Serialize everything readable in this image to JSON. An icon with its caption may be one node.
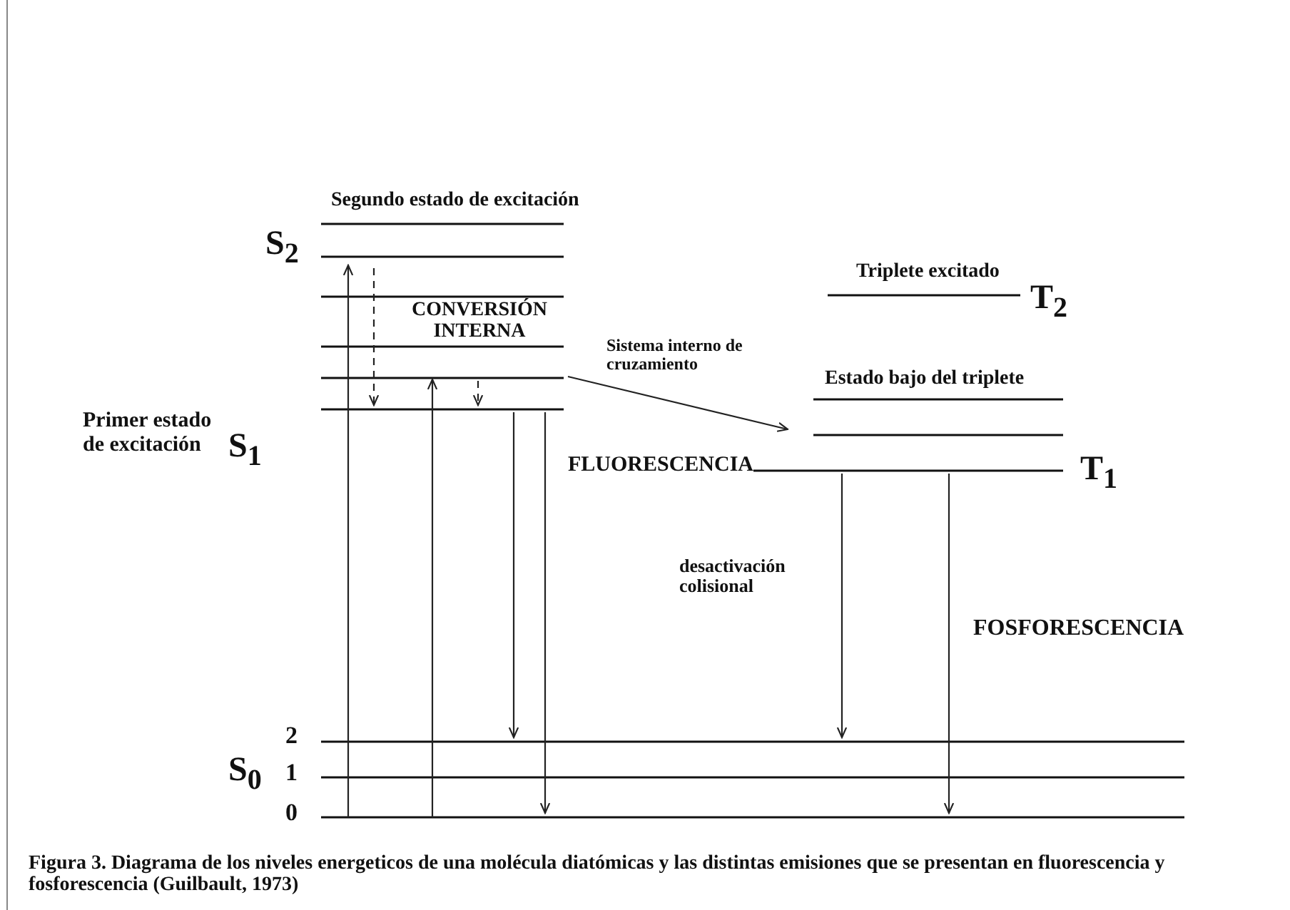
{
  "diagram": {
    "caption": "Figura 3. Diagrama de los niveles energeticos de una molécula diatómicas y las distintas emisiones que se presentan en fluorescencia y fosforescencia (Guilbault, 1973)",
    "labels": [
      "Segundo estado de excitación",
      "S$_{2}$",
      "Triplete excitado",
      "T$_{2}$",
      "CONVERSIÓN INTERNA",
      "Sistema interno de cruzamiento",
      "Primer estado de excitación",
      "S$_{1}$",
      "Estado bajo del triplete",
      "FLUORESCENCIA",
      "T$_{1}$",
      "desactivación colisional",
      "FOSFORESCENCIA",
      "2",
      "S$_{0}$",
      "1",
      "0"
    ]
  }
}
